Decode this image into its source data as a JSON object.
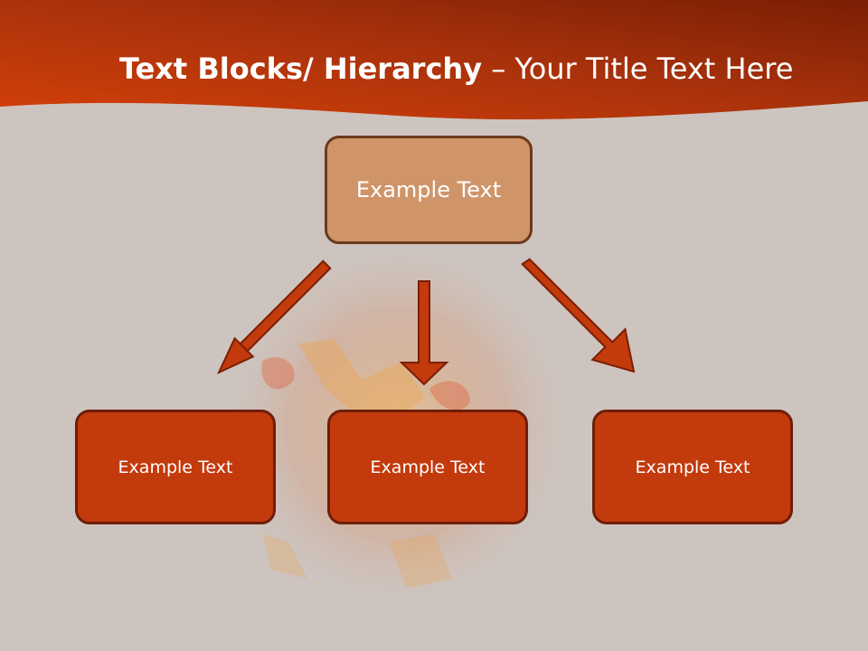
{
  "title": {
    "bold": "Text Blocks/ Hierarchy",
    "rest": " – Your Title Text Here"
  },
  "top_box": {
    "label": "Example Text"
  },
  "child_boxes": [
    {
      "label": "Example Text"
    },
    {
      "label": "Example Text"
    },
    {
      "label": "Example Text"
    }
  ],
  "colors": {
    "background": "#cdc4bf",
    "header_dark": "#7a1e05",
    "header_light": "#d3400a",
    "top_box_fill": "#d09469",
    "child_box_fill": "#c33a0c",
    "arrow_fill": "#c33a0c",
    "arrow_stroke": "#7a1e05"
  }
}
